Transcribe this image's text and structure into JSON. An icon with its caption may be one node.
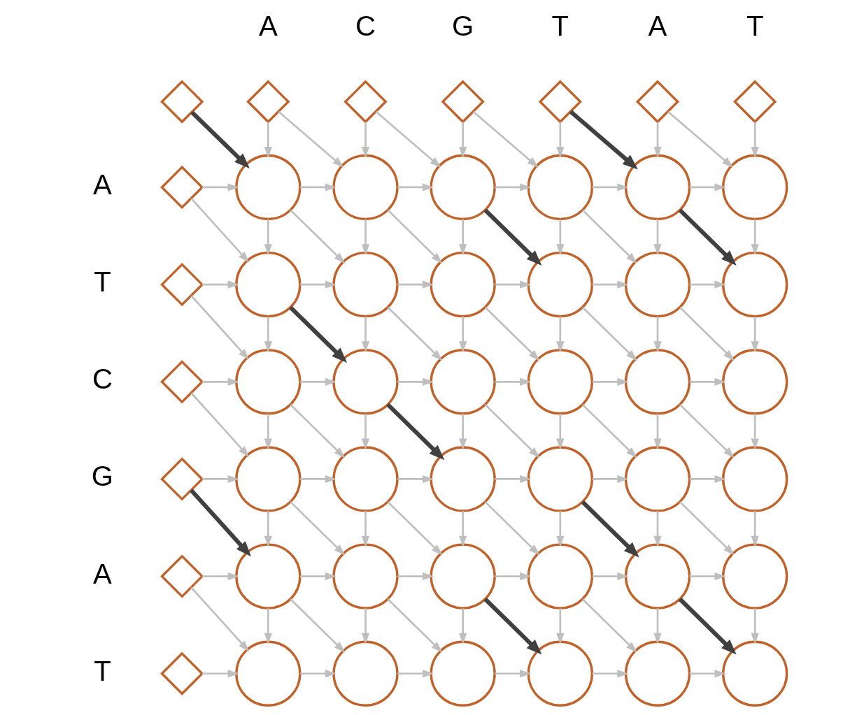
{
  "diagram": {
    "nodes": [
      {
        "text": [],
        "shape": "diamond"
      },
      {
        "text": [],
        "shape": "diamond"
      },
      {
        "text": [],
        "shape": "diamond"
      },
      {
        "text": [],
        "shape": "diamond"
      },
      {
        "text": [],
        "shape": "diamond"
      },
      {
        "text": [],
        "shape": "diamond"
      },
      {
        "text": [],
        "shape": "diamond"
      },
      {
        "text": [],
        "shape": "diamond"
      },
      {
        "text": [],
        "shape": "circle"
      },
      {
        "text": [],
        "shape": "circle"
      },
      {
        "text": [],
        "shape": "circle"
      },
      {
        "text": [],
        "shape": "circle"
      },
      {
        "text": [],
        "shape": "circle"
      },
      {
        "text": [],
        "shape": "circle"
      },
      {
        "text": [],
        "shape": "diamond"
      },
      {
        "text": [],
        "shape": "circle"
      },
      {
        "text": [],
        "shape": "circle"
      },
      {
        "text": [],
        "shape": "circle"
      },
      {
        "text": [],
        "shape": "circle"
      },
      {
        "text": [],
        "shape": "circle"
      },
      {
        "text": [],
        "shape": "circle"
      },
      {
        "text": [],
        "shape": "diamond"
      },
      {
        "text": [],
        "shape": "circle"
      },
      {
        "text": [],
        "shape": "circle"
      },
      {
        "text": [],
        "shape": "circle"
      },
      {
        "text": [],
        "shape": "circle"
      },
      {
        "text": [],
        "shape": "circle"
      },
      {
        "text": [],
        "shape": "circle"
      },
      {
        "text": [],
        "shape": "diamond"
      },
      {
        "text": [],
        "shape": "circle"
      },
      {
        "text": [],
        "shape": "circle"
      },
      {
        "text": [],
        "shape": "circle"
      },
      {
        "text": [],
        "shape": "circle"
      },
      {
        "text": [],
        "shape": "circle"
      },
      {
        "text": [],
        "shape": "circle"
      },
      {
        "text": [],
        "shape": "diamond"
      },
      {
        "text": [],
        "shape": "circle"
      },
      {
        "text": [],
        "shape": "circle"
      },
      {
        "text": [],
        "shape": "circle"
      },
      {
        "text": [],
        "shape": "circle"
      },
      {
        "text": [],
        "shape": "circle"
      },
      {
        "text": [],
        "shape": "circle"
      },
      {
        "text": [],
        "shape": "diamond"
      },
      {
        "text": [],
        "shape": "circle"
      },
      {
        "text": [],
        "shape": "circle"
      },
      {
        "text": [],
        "shape": "circle"
      },
      {
        "text": [],
        "shape": "circle"
      },
      {
        "text": [],
        "shape": "circle"
      },
      {
        "text": [],
        "shape": "circle"
      }
    ],
    "edges": [
      {
        "from": 0,
        "to": 8,
        "arrow": "to",
        "style": "thick",
        "color": "#404040"
      },
      {
        "from": 1,
        "to": 8,
        "arrow": "to"
      },
      {
        "from": 1,
        "to": 9,
        "arrow": "to"
      },
      {
        "from": 2,
        "to": 9,
        "arrow": "to"
      },
      {
        "from": 2,
        "to": 10,
        "arrow": "to"
      },
      {
        "from": 3,
        "to": 10,
        "arrow": "to"
      },
      {
        "from": 3,
        "to": 11,
        "arrow": "to"
      },
      {
        "from": 4,
        "to": 11,
        "arrow": "to"
      },
      {
        "from": 4,
        "to": 12,
        "arrow": "to",
        "style": "thick",
        "color": "#404040"
      },
      {
        "from": 5,
        "to": 12,
        "arrow": "to"
      },
      {
        "from": 5,
        "to": 13,
        "arrow": "to"
      },
      {
        "from": 6,
        "to": 13,
        "arrow": "to"
      },
      {
        "from": 7,
        "to": 8,
        "arrow": "to"
      },
      {
        "from": 7,
        "to": 15,
        "arrow": "to"
      },
      {
        "from": 8,
        "to": 9,
        "arrow": "to"
      },
      {
        "from": 8,
        "to": 15,
        "arrow": "to"
      },
      {
        "from": 8,
        "to": 16,
        "arrow": "to"
      },
      {
        "from": 9,
        "to": 10,
        "arrow": "to"
      },
      {
        "from": 9,
        "to": 16,
        "arrow": "to"
      },
      {
        "from": 9,
        "to": 17,
        "arrow": "to"
      },
      {
        "from": 10,
        "to": 11,
        "arrow": "to"
      },
      {
        "from": 10,
        "to": 17,
        "arrow": "to"
      },
      {
        "from": 10,
        "to": 18,
        "arrow": "to",
        "style": "thick",
        "color": "#404040"
      },
      {
        "from": 11,
        "to": 12,
        "arrow": "to"
      },
      {
        "from": 11,
        "to": 18,
        "arrow": "to"
      },
      {
        "from": 11,
        "to": 19,
        "arrow": "to"
      },
      {
        "from": 12,
        "to": 13,
        "arrow": "to"
      },
      {
        "from": 12,
        "to": 19,
        "arrow": "to"
      },
      {
        "from": 12,
        "to": 20,
        "arrow": "to",
        "style": "thick",
        "color": "#404040"
      },
      {
        "from": 13,
        "to": 20,
        "arrow": "to"
      },
      {
        "from": 14,
        "to": 15,
        "arrow": "to"
      },
      {
        "from": 14,
        "to": 22,
        "arrow": "to"
      },
      {
        "from": 15,
        "to": 16,
        "arrow": "to"
      },
      {
        "from": 15,
        "to": 22,
        "arrow": "to"
      },
      {
        "from": 15,
        "to": 23,
        "arrow": "to",
        "style": "thick",
        "color": "#404040"
      },
      {
        "from": 16,
        "to": 17,
        "arrow": "to"
      },
      {
        "from": 16,
        "to": 23,
        "arrow": "to"
      },
      {
        "from": 16,
        "to": 24,
        "arrow": "to"
      },
      {
        "from": 17,
        "to": 18,
        "arrow": "to"
      },
      {
        "from": 17,
        "to": 24,
        "arrow": "to"
      },
      {
        "from": 17,
        "to": 25,
        "arrow": "to"
      },
      {
        "from": 18,
        "to": 19,
        "arrow": "to"
      },
      {
        "from": 18,
        "to": 25,
        "arrow": "to"
      },
      {
        "from": 18,
        "to": 26,
        "arrow": "to"
      },
      {
        "from": 19,
        "to": 20,
        "arrow": "to"
      },
      {
        "from": 19,
        "to": 26,
        "arrow": "to"
      },
      {
        "from": 19,
        "to": 27,
        "arrow": "to"
      },
      {
        "from": 20,
        "to": 27,
        "arrow": "to"
      },
      {
        "from": 21,
        "to": 22,
        "arrow": "to"
      },
      {
        "from": 21,
        "to": 29,
        "arrow": "to"
      },
      {
        "from": 22,
        "to": 23,
        "arrow": "to"
      },
      {
        "from": 22,
        "to": 29,
        "arrow": "to"
      },
      {
        "from": 22,
        "to": 30,
        "arrow": "to"
      },
      {
        "from": 23,
        "to": 24,
        "arrow": "to"
      },
      {
        "from": 23,
        "to": 30,
        "arrow": "to"
      },
      {
        "from": 23,
        "to": 31,
        "arrow": "to",
        "style": "thick",
        "color": "#404040"
      },
      {
        "from": 24,
        "to": 25,
        "arrow": "to"
      },
      {
        "from": 24,
        "to": 31,
        "arrow": "to"
      },
      {
        "from": 24,
        "to": 32,
        "arrow": "to"
      },
      {
        "from": 25,
        "to": 26,
        "arrow": "to"
      },
      {
        "from": 25,
        "to": 32,
        "arrow": "to"
      },
      {
        "from": 25,
        "to": 33,
        "arrow": "to"
      },
      {
        "from": 26,
        "to": 27,
        "arrow": "to"
      },
      {
        "from": 26,
        "to": 33,
        "arrow": "to"
      },
      {
        "from": 26,
        "to": 34,
        "arrow": "to"
      },
      {
        "from": 27,
        "to": 34,
        "arrow": "to"
      },
      {
        "from": 28,
        "to": 29,
        "arrow": "to"
      },
      {
        "from": 28,
        "to": 36,
        "arrow": "to",
        "style": "thick",
        "color": "#404040"
      },
      {
        "from": 29,
        "to": 30,
        "arrow": "to"
      },
      {
        "from": 29,
        "to": 36,
        "arrow": "to"
      },
      {
        "from": 29,
        "to": 37,
        "arrow": "to"
      },
      {
        "from": 30,
        "to": 31,
        "arrow": "to"
      },
      {
        "from": 30,
        "to": 37,
        "arrow": "to"
      },
      {
        "from": 30,
        "to": 38,
        "arrow": "to"
      },
      {
        "from": 31,
        "to": 32,
        "arrow": "to"
      },
      {
        "from": 31,
        "to": 38,
        "arrow": "to"
      },
      {
        "from": 31,
        "to": 39,
        "arrow": "to"
      },
      {
        "from": 32,
        "to": 33,
        "arrow": "to"
      },
      {
        "from": 32,
        "to": 39,
        "arrow": "to"
      },
      {
        "from": 32,
        "to": 40,
        "arrow": "to",
        "style": "thick",
        "color": "#404040"
      },
      {
        "from": 33,
        "to": 34,
        "arrow": "to"
      },
      {
        "from": 33,
        "to": 40,
        "arrow": "to"
      },
      {
        "from": 33,
        "to": 41,
        "arrow": "to"
      },
      {
        "from": 34,
        "to": 41,
        "arrow": "to"
      },
      {
        "from": 35,
        "to": 36,
        "arrow": "to"
      },
      {
        "from": 35,
        "to": 43,
        "arrow": "to"
      },
      {
        "from": 36,
        "to": 37,
        "arrow": "to"
      },
      {
        "from": 36,
        "to": 43,
        "arrow": "to"
      },
      {
        "from": 36,
        "to": 44,
        "arrow": "to"
      },
      {
        "from": 37,
        "to": 38,
        "arrow": "to"
      },
      {
        "from": 37,
        "to": 44,
        "arrow": "to"
      },
      {
        "from": 37,
        "to": 45,
        "arrow": "to"
      },
      {
        "from": 38,
        "to": 39,
        "arrow": "to"
      },
      {
        "from": 38,
        "to": 45,
        "arrow": "to"
      },
      {
        "from": 38,
        "to": 46,
        "arrow": "to",
        "style": "thick",
        "color": "#404040"
      },
      {
        "from": 39,
        "to": 40,
        "arrow": "to"
      },
      {
        "from": 39,
        "to": 46,
        "arrow": "to"
      },
      {
        "from": 39,
        "to": 47,
        "arrow": "to"
      },
      {
        "from": 40,
        "to": 41,
        "arrow": "to"
      },
      {
        "from": 40,
        "to": 47,
        "arrow": "to"
      },
      {
        "from": 40,
        "to": 48,
        "arrow": "to",
        "style": "thick",
        "color": "#404040"
      },
      {
        "from": 41,
        "to": 48,
        "arrow": "to"
      },
      {
        "from": 42,
        "to": 43,
        "arrow": "to"
      },
      {
        "from": 43,
        "to": 44,
        "arrow": "to"
      },
      {
        "from": 44,
        "to": 45,
        "arrow": "to"
      },
      {
        "from": 45,
        "to": 46,
        "arrow": "to"
      },
      {
        "from": 46,
        "to": 47,
        "arrow": "to"
      },
      {
        "from": 47,
        "to": 48,
        "arrow": "to"
      }
    ],
    "labels": [
      "A",
      "C",
      "G",
      "T",
      "A",
      "T",
      "A",
      "T",
      "C",
      "G",
      "A",
      "T"
    ]
  }
}
